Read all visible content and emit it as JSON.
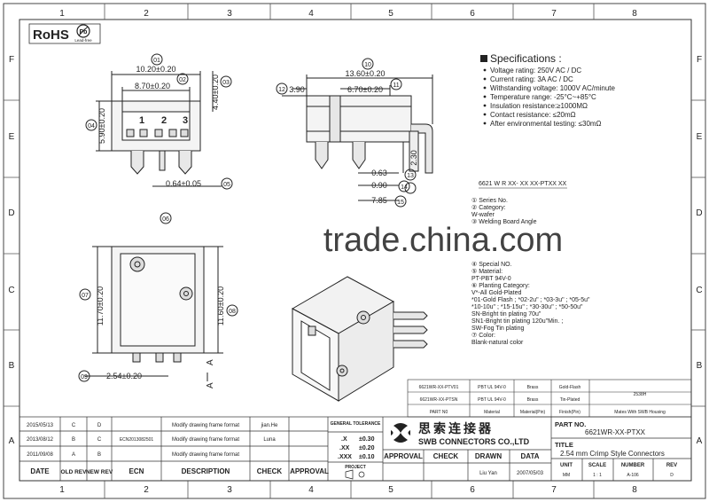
{
  "frame": {
    "col_labels": [
      "1",
      "2",
      "3",
      "4",
      "5",
      "6",
      "7",
      "8"
    ],
    "row_labels": [
      "F",
      "E",
      "D",
      "C",
      "B",
      "A"
    ]
  },
  "logo": {
    "rohs": "RoHS",
    "pb": "Pb",
    "leadfree": "Lead-free"
  },
  "front_view": {
    "balloons": [
      "01",
      "02",
      "03",
      "04",
      "05",
      "06",
      "07",
      "08",
      "09"
    ],
    "dims": {
      "overall_width": "10.20±0.20",
      "inner_width": "8.70±0.20",
      "height": "4.40±0.20",
      "body_height": "5.90±0.20",
      "pin_width": "0.64±0.05",
      "pitch": "2.54±0.20",
      "side_h1": "11.70±0.20",
      "side_h2": "11.60±0.20"
    },
    "pin_numbers": [
      "1",
      "2",
      "3"
    ]
  },
  "side_view": {
    "balloons": [
      "10",
      "11",
      "12",
      "13",
      "14",
      "15"
    ],
    "dims": {
      "overall": "13.60±0.20",
      "inner": "6.70±0.20",
      "left": "3.90",
      "pin_h": "2.30",
      "d1": "0.63",
      "d2": "0.90",
      "d3": "7.85"
    }
  },
  "section_marks": [
    "A",
    "A"
  ],
  "specifications": {
    "title": "Specifications :",
    "items": [
      "Voltage rating: 250V AC / DC",
      "Current rating: 3A  AC / DC",
      "Withstanding voltage: 1000V AC/minute",
      "Temperature range: -25°C~+85°C",
      "Insulation resistance:≥1000MΩ",
      "Contact resistance: ≤20mΩ",
      "After environmental testing: ≤30mΩ"
    ]
  },
  "part_code": {
    "code": "6621 W R XX- XX  XX-PTXX XX",
    "lines": [
      "① Series No.",
      "② Category:",
      "    W-wafer",
      "③ Welding Board Angle"
    ],
    "lines2": [
      "④ Special NO.",
      "⑤ Material:",
      "    PT-PBT  94V-0",
      "⑥ Planting Category:",
      "    V*-All Gold-Plated",
      "    *01-Gold Flash ; *02-2u\" ; *03-3u\" ; *05-5u\"",
      "    *10-10u\" ; *15-15u\" ; *30-30u\" ; *50-50u\"",
      "    SN-Bright tin plating 70u\"",
      "    SN1-Bright tin plating 120u\"Min. ;",
      "    SW-Fog Tin plating",
      "⑦ Color:",
      "    Blank-natural color"
    ]
  },
  "watermark": "trade.china.com",
  "material_table": {
    "rows": [
      [
        "6621WR-XX-PTV01",
        "PBT  UL 94V-0",
        "Brass",
        "Gold-Flash",
        "2538H"
      ],
      [
        "6621WR-XX-PTSN",
        "PBT  UL 94V-0",
        "Brass",
        "Tin-Plated",
        ""
      ]
    ],
    "header": [
      "PART N0",
      "Material",
      "Material(Pin)",
      "Finish(Pin)",
      "Mates With SWB  Housing"
    ]
  },
  "revisions": {
    "rows": [
      [
        "2015/05/13",
        "C",
        "D",
        "",
        "Modify drawing frame format",
        "jian.He"
      ],
      [
        "2013/08/12",
        "B",
        "C",
        "ECN2013082501",
        "Modify drawing frame format",
        "Luna"
      ],
      [
        "2011/09/08",
        "A",
        "B",
        "",
        "Modify drawing frame format",
        ""
      ]
    ],
    "header": [
      "DATE",
      "OLD REV",
      "NEW REV",
      "ECN",
      "DESCRIPTION",
      "CHECK",
      "APPROVAL"
    ]
  },
  "tolerance": {
    "title": "GENERAL TOLERANCE",
    "rows": [
      [
        ".X",
        "±0.30"
      ],
      [
        ".XX",
        "±0.20"
      ],
      [
        ".XXX",
        "±0.10"
      ]
    ],
    "project": "PROJECT"
  },
  "company": {
    "name_cn": "思索连接器",
    "name_en": "SWB CONNECTORS CO.,LTD"
  },
  "approval_block": {
    "headers": [
      "APPROVAL",
      "CHECK",
      "DRAWN",
      "DATA"
    ],
    "drawn": "Liu Yan",
    "date": "2007/05/03"
  },
  "title_block": {
    "part_no_label": "PART NO.",
    "part_no": "6621WR-XX-PTXX",
    "title_label": "TITLE",
    "title": "2.54 mm Crimp Style Connectors",
    "unit_label": "UNIT",
    "unit": "MM",
    "scale_label": "SCALE",
    "scale": "1 : 1",
    "number_label": "NUMBER",
    "number": "A-106",
    "rev_label": "REV",
    "rev": "D"
  }
}
